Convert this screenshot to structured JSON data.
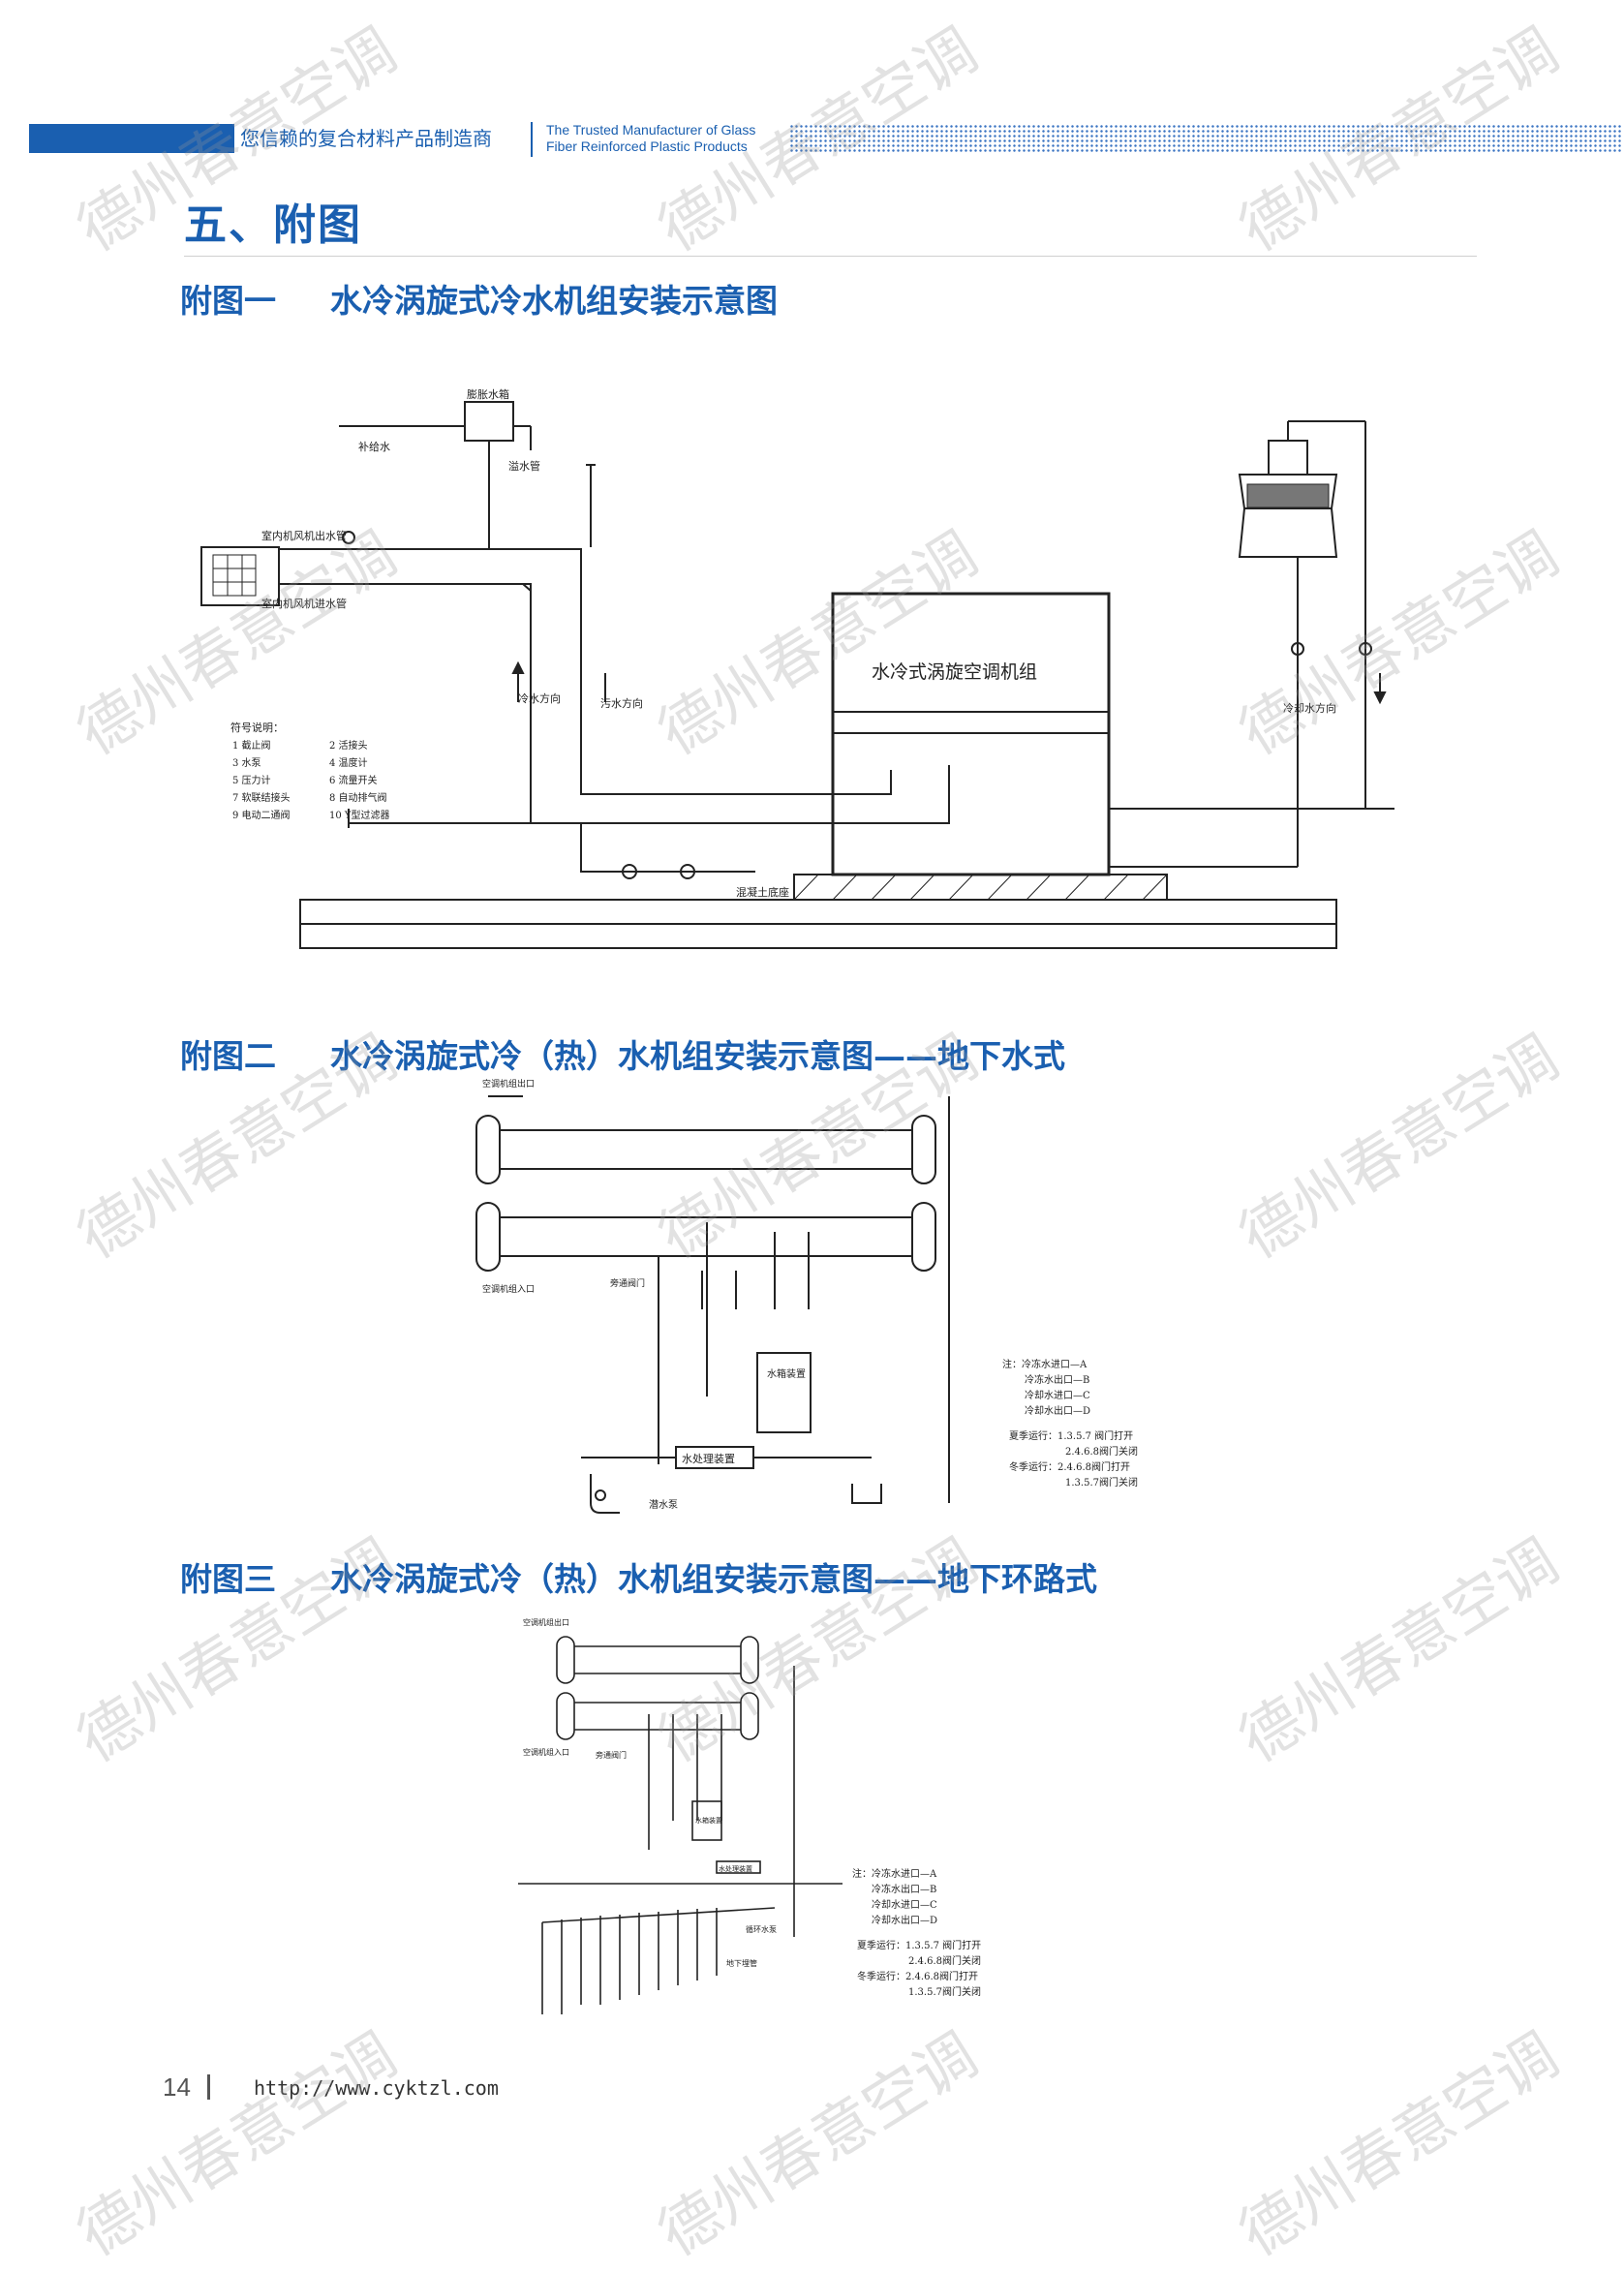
{
  "header": {
    "slogan_cn": "您信赖的复合材料产品制造商",
    "slogan_en": "The Trusted Manufacturer of Glass\nFiber Reinforced Plastic Products"
  },
  "section_title": "五、附图",
  "figures": [
    {
      "num": "附图一",
      "title": "水冷涡旋式冷水机组安装示意图",
      "labels": {
        "unit": "水冷式涡旋空调机组",
        "tank": "膨胀水箱",
        "makeup": "补给水",
        "overflow": "溢水管",
        "fcu_out": "室内机风机出水管",
        "fcu_in": "室内机风机进水管",
        "chilled_dir": "冷水方向",
        "cooling_dir": "冷却水方向",
        "sewage_dir": "污水方向",
        "base": "混凝土底座",
        "legend_title": "符号说明：",
        "legend": [
          "1 截止阀",
          "2 活接头",
          "3 水泵",
          "4 温度计",
          "5 压力计",
          "6 流量开关",
          "7 软联结接头",
          "8 自动排气阀",
          "9 电动二通阀",
          "10 Y型过滤器"
        ]
      }
    },
    {
      "num": "附图二",
      "title": "水冷涡旋式冷（热）水机组安装示意图——地下水式",
      "labels": {
        "ac_out": "空调机组出口",
        "ac_in": "空调机组入口",
        "bypass": "旁通阀门",
        "tank": "水箱装置",
        "treatment": "水处理装置",
        "pump": "潜水泵",
        "notes": [
          "注：冷冻水进口—A",
          "冷冻水出口—B",
          "冷却水进口—C",
          "冷却水出口—D",
          "夏季运行：1.3.5.7 阀门打开",
          "2.4.6.8阀门关闭",
          "冬季运行：2.4.6.8阀门打开",
          "1.3.5.7阀门关闭"
        ]
      }
    },
    {
      "num": "附图三",
      "title": "水冷涡旋式冷（热）水机组安装示意图——地下环路式",
      "labels": {
        "ac_out": "空调机组出口",
        "ac_in": "空调机组入口",
        "bypass": "旁通阀门",
        "tank": "水箱装置",
        "treatment": "水处理装置",
        "circ_pump": "循环水泵",
        "loop": "地下埋管",
        "notes": [
          "注：冷冻水进口—A",
          "冷冻水出口—B",
          "冷却水进口—C",
          "冷却水出口—D",
          "夏季运行：1.3.5.7 阀门打开",
          "2.4.6.8阀门关闭",
          "冬季运行：2.4.6.8阀门打开",
          "1.3.5.7阀门关闭"
        ]
      }
    }
  ],
  "footer": {
    "page": "14",
    "url": "http://www.cyktzl.com"
  },
  "watermark": "德州春意空调"
}
